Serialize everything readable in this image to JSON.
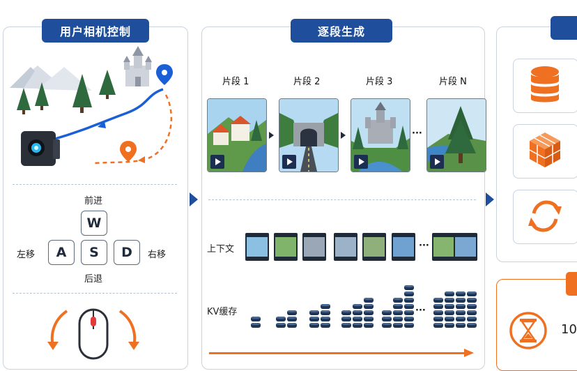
{
  "panels": {
    "left": {
      "title": "用户相机控制"
    },
    "middle": {
      "title": "逐段生成"
    }
  },
  "controls": {
    "forward": "前进",
    "backward": "后退",
    "left": "左移",
    "right": "右移",
    "keys": [
      "W",
      "A",
      "S",
      "D"
    ]
  },
  "segments": {
    "labels": [
      "片段 1",
      "片段 2",
      "片段 3",
      "片段 N"
    ],
    "ellipsis": "···"
  },
  "rows": {
    "context": "上下文",
    "kv_cache": "KV缓存",
    "ellipsis": "···"
  },
  "right": {
    "time_value": "10"
  },
  "colors": {
    "header_blue": "#1f4e9c",
    "accent_orange": "#f07022",
    "path_blue": "#1a5fd6"
  }
}
